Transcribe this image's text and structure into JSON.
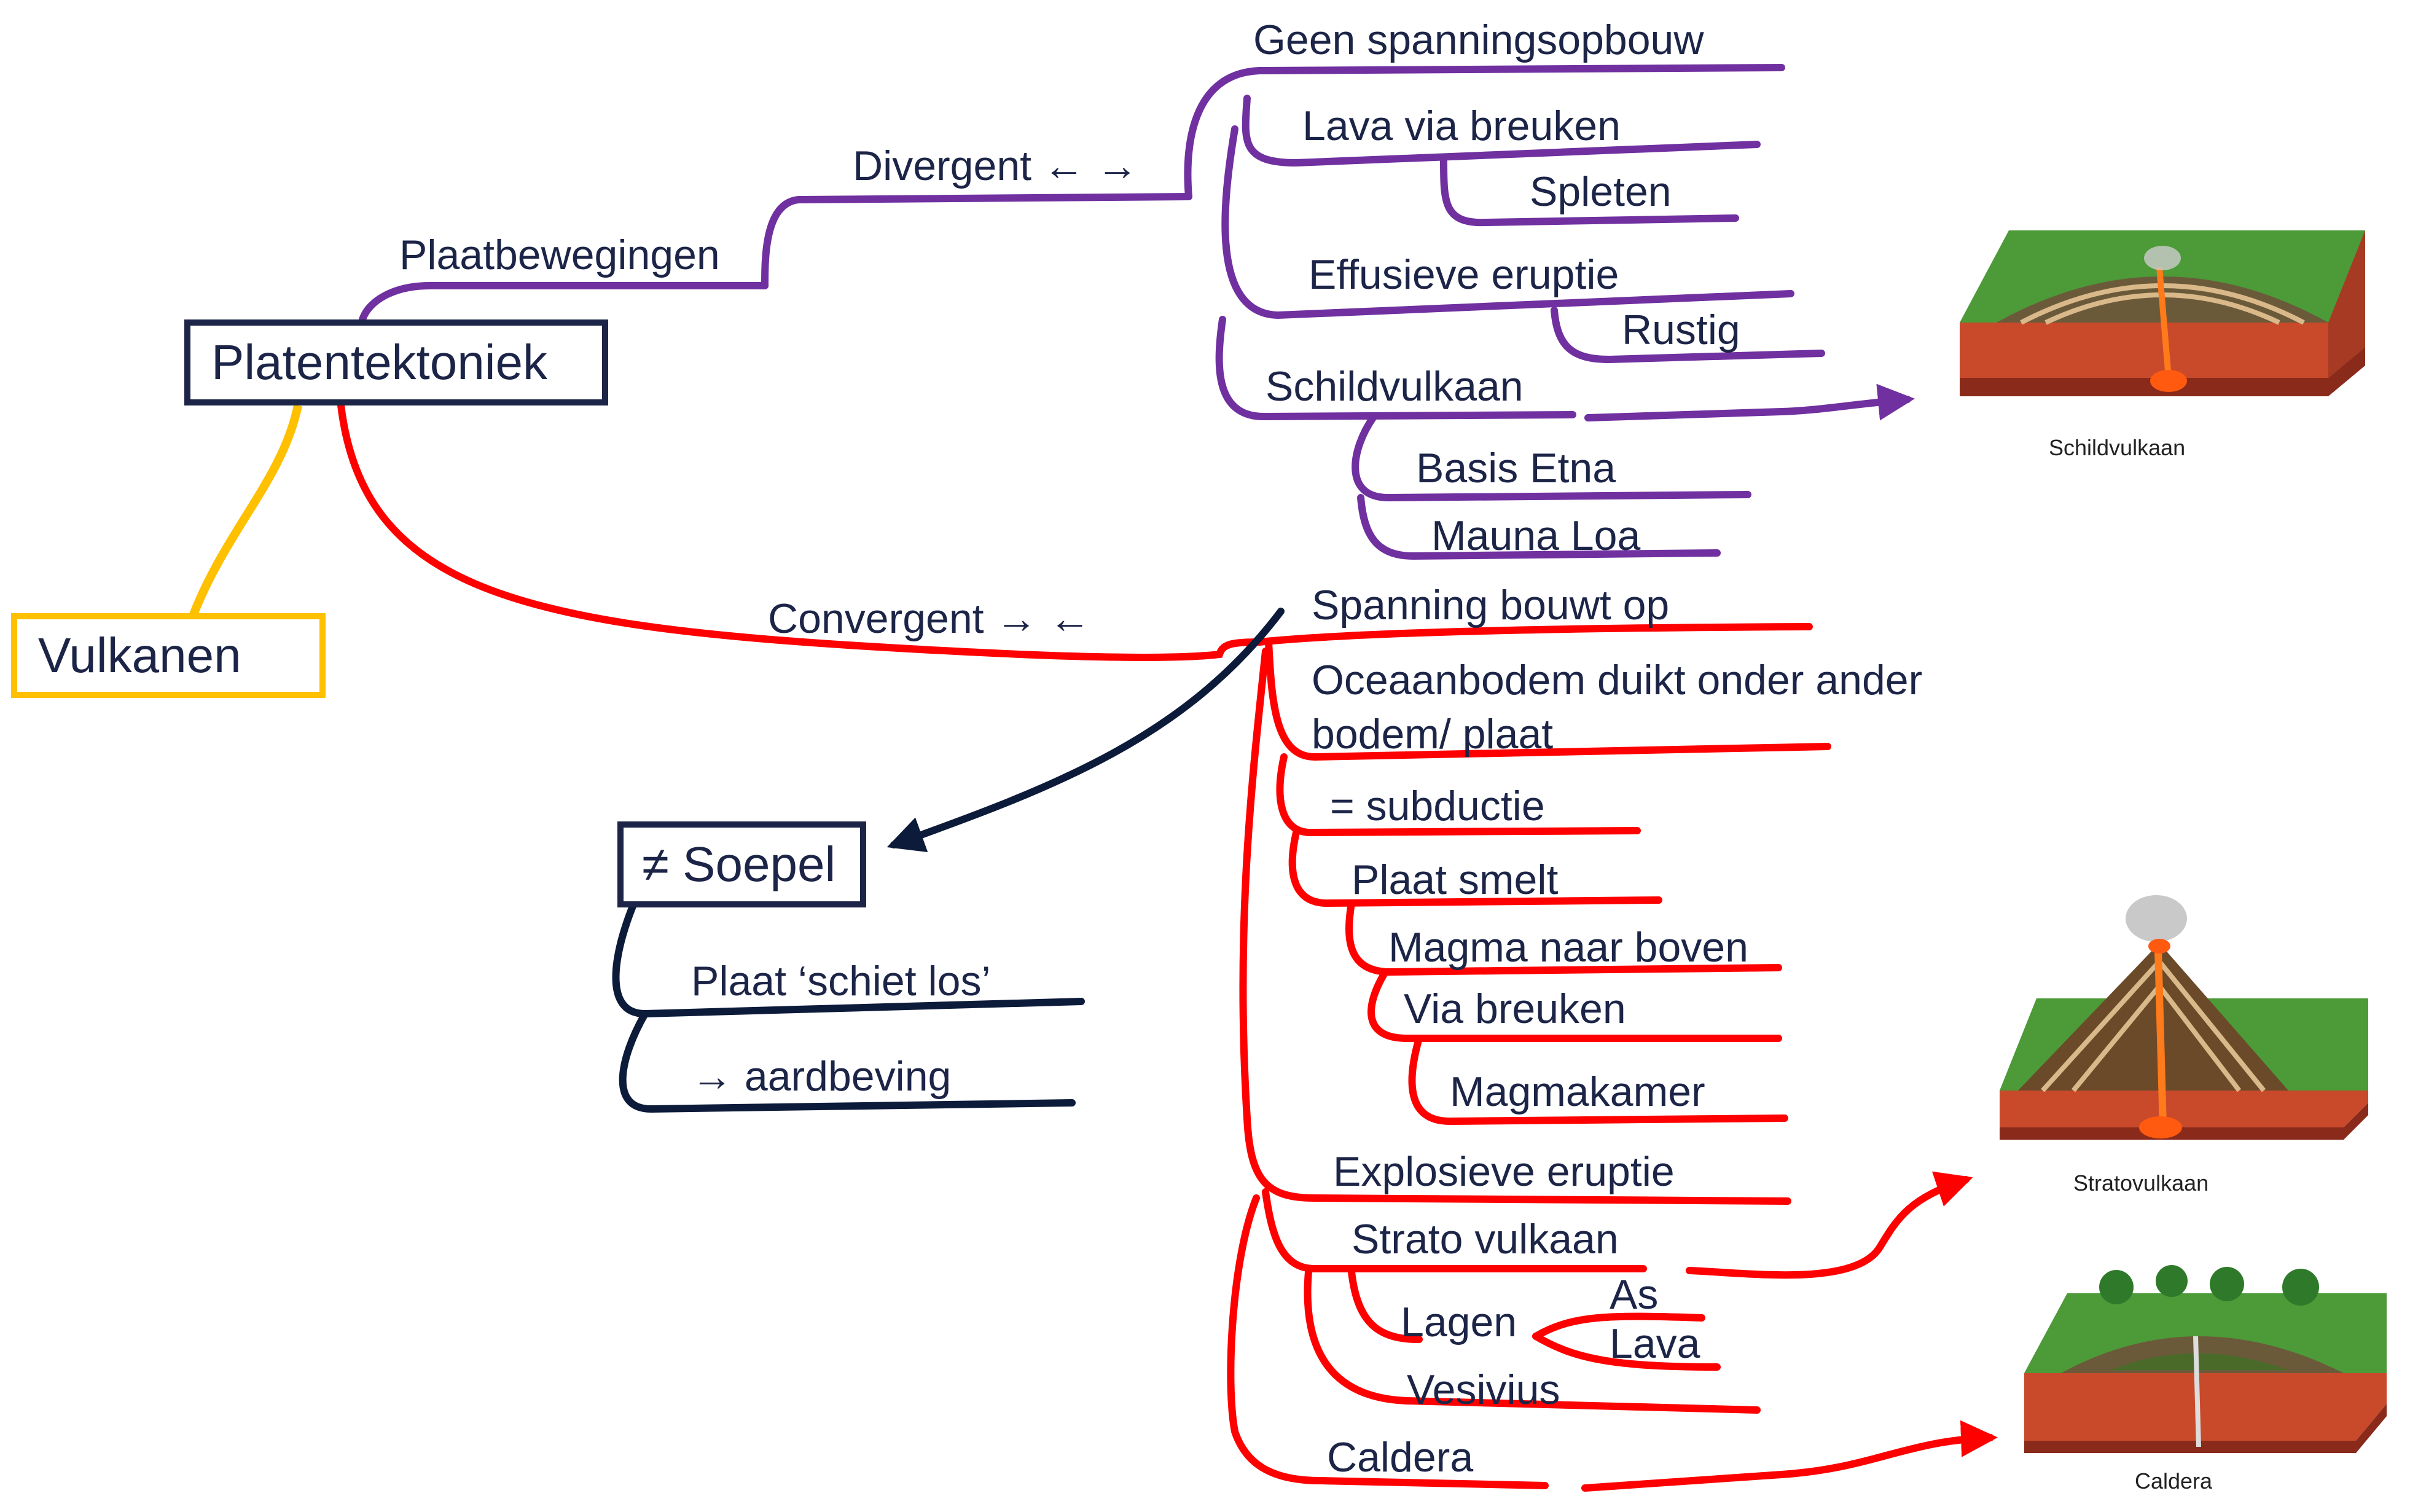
{
  "colors": {
    "ink": "#1c2547",
    "purple": "#7030a0",
    "red": "#ff0000",
    "yellow": "#ffc000",
    "navy": "#0d1b3a"
  },
  "central": {
    "label": "Platentektoniek"
  },
  "branch_vulkanen": {
    "label": "Vulkanen"
  },
  "branch_soepel": {
    "label": "≠ Soepel"
  },
  "plaatbewegingen": {
    "label": "Plaatbewegingen"
  },
  "divergent": {
    "label": "Divergent ← →",
    "items": {
      "geen_spanning": "Geen spanningsopbouw",
      "lava_breuken": "Lava via breuken",
      "spleten": "Spleten",
      "effusieve": "Effusieve eruptie",
      "rustig": "Rustig",
      "schildvulkaan": "Schildvulkaan",
      "basis_etna": "Basis Etna",
      "mauna_loa": "Mauna Loa"
    }
  },
  "convergent": {
    "label": "Convergent → ←",
    "items": {
      "spanning": "Spanning bouwt op",
      "oceaan_line1": "Oceaanbodem duikt onder ander",
      "oceaan_line2": "bodem/ plaat",
      "subductie": "= subductie",
      "plaat_smelt": "Plaat smelt",
      "magma_boven": "Magma naar boven",
      "via_breuken": "Via breuken",
      "magmakamer": "Magmakamer",
      "explosieve": "Explosieve eruptie",
      "strato": "Strato vulkaan",
      "lagen": "Lagen",
      "as": "As",
      "lava": "Lava",
      "vesivius": "Vesivius",
      "caldera": "Caldera"
    }
  },
  "soepel": {
    "items": {
      "schiet_los": "Plaat ‘schiet los’",
      "aardbeving": "→ aardbeving"
    }
  },
  "images": {
    "schild": "Schildvulkaan",
    "strato": "Stratovulkaan",
    "caldera": "Caldera"
  }
}
